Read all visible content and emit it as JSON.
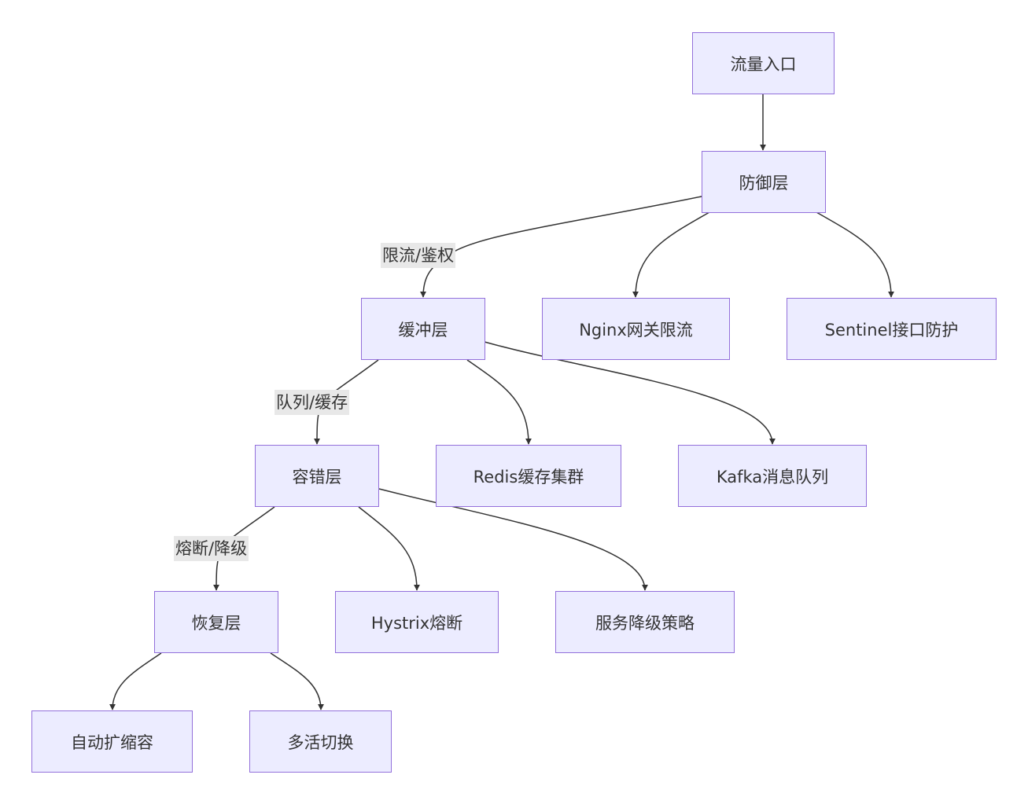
{
  "nodes": {
    "traffic_entry": "流量入口",
    "defense_layer": "防御层",
    "buffer_layer": "缓冲层",
    "nginx_rate_limit": "Nginx网关限流",
    "sentinel_protection": "Sentinel接口防护",
    "fault_tolerance_layer": "容错层",
    "redis_cluster": "Redis缓存集群",
    "kafka_queue": "Kafka消息队列",
    "recovery_layer": "恢复层",
    "hystrix_breaker": "Hystrix熔断",
    "degrade_strategy": "服务降级策略",
    "auto_scaling": "自动扩缩容",
    "multi_active_switch": "多活切换"
  },
  "edge_labels": {
    "rate_limit_auth": "限流/鉴权",
    "queue_cache": "队列/缓存",
    "breaker_degrade": "熔断/降级"
  },
  "colors": {
    "node_fill": "#ececff",
    "node_border": "#9370db",
    "edge": "#333333",
    "edge_label_bg": "#e8e8e8"
  }
}
